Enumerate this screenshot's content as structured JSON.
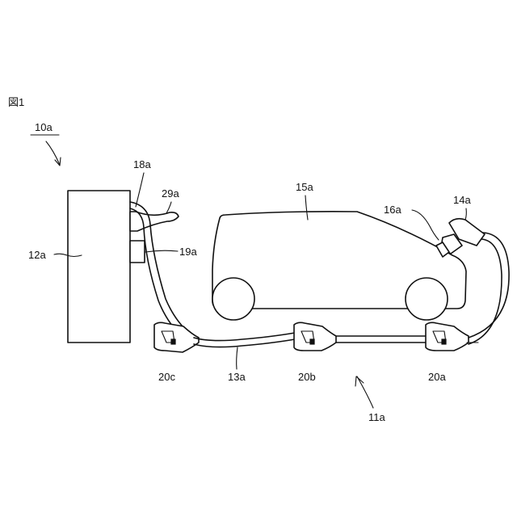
{
  "figure": {
    "title": "図1",
    "system_label": "10a",
    "cable_system_label": "11a"
  },
  "parts": {
    "charger": "12a",
    "cable": "13a",
    "connector": "14a",
    "vehicle": "15a",
    "inlet": "16a",
    "cable_exit": "18a",
    "holder": "19a",
    "hook": "29a",
    "clip_a": "20a",
    "clip_b": "20b",
    "clip_c": "20c"
  }
}
